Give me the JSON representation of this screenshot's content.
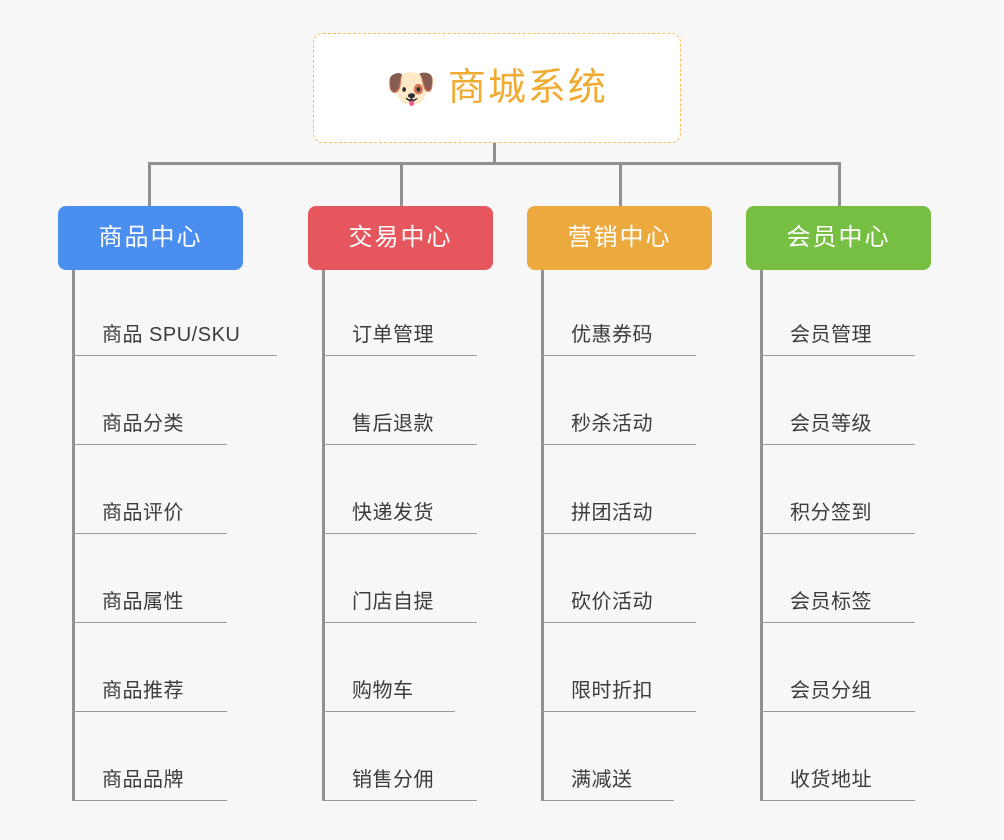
{
  "root": {
    "icon": "dog-face-icon",
    "icon_glyph": "🐶",
    "title": "商城系统",
    "title_color": "#f0ab32",
    "border_color": "#f3c05a",
    "background": "#ffffff"
  },
  "canvas": {
    "background": "#f7f7f7",
    "connector_color": "#909090",
    "leaf_text_color": "#3c3c3c",
    "leaf_rule_color": "#9a9a9a"
  },
  "columns": [
    {
      "id": "product-center",
      "label": "商品中心",
      "color": "#4a8ef0",
      "items": [
        "商品 SPU/SKU",
        "商品分类",
        "商品评价",
        "商品属性",
        "商品推荐",
        "商品品牌"
      ]
    },
    {
      "id": "trade-center",
      "label": "交易中心",
      "color": "#e5575c",
      "items": [
        "订单管理",
        "售后退款",
        "快递发货",
        "门店自提",
        "购物车",
        "销售分佣"
      ]
    },
    {
      "id": "marketing-center",
      "label": "营销中心",
      "color": "#eba93e",
      "items": [
        "优惠券码",
        "秒杀活动",
        "拼团活动",
        "砍价活动",
        "限时折扣",
        "满减送"
      ]
    },
    {
      "id": "member-center",
      "label": "会员中心",
      "color": "#76bf42",
      "items": [
        "会员管理",
        "会员等级",
        "积分签到",
        "会员标签",
        "会员分组",
        "收货地址"
      ]
    }
  ]
}
